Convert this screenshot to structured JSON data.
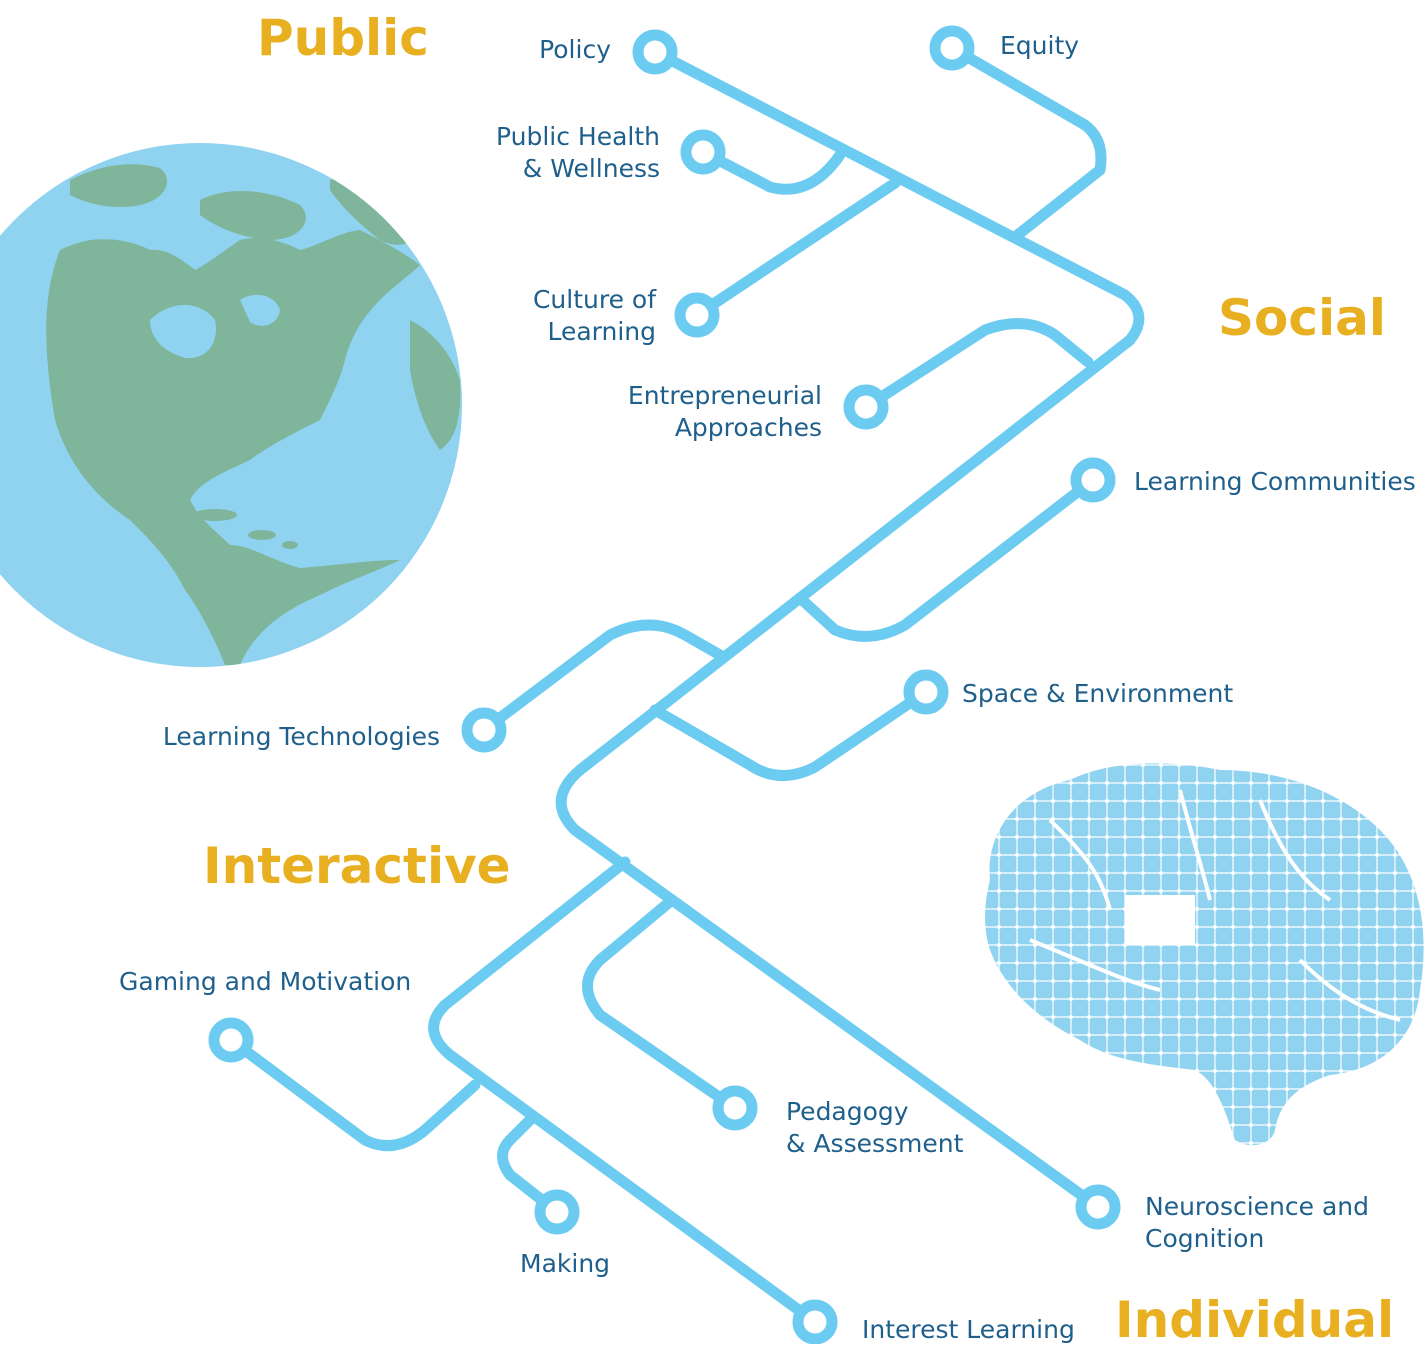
{
  "categories": {
    "public": "Public",
    "social": "Social",
    "interactive": "Interactive",
    "individual": "Individual"
  },
  "topics": {
    "policy": [
      "Policy"
    ],
    "equity": [
      "Equity"
    ],
    "public_health": [
      "Public Health",
      "& Wellness"
    ],
    "culture": [
      "Culture of",
      "Learning"
    ],
    "entrepreneurial": [
      "Entrepreneurial",
      "Approaches"
    ],
    "communities": [
      "Learning Communities"
    ],
    "space": [
      "Space & Environment"
    ],
    "technologies": [
      "Learning Technologies"
    ],
    "gaming": [
      "Gaming and Motivation"
    ],
    "pedagogy": [
      "Pedagogy",
      "& Assessment"
    ],
    "neuroscience": [
      "Neuroscience and",
      "Cognition"
    ],
    "making": [
      "Making"
    ],
    "interest": [
      "Interest Learning"
    ]
  },
  "colors": {
    "track": "#6ccbf0",
    "category": "#e8b020",
    "topic_text": "#1f5f8b",
    "globe_ocean": "#8fd3f0",
    "globe_land": "#7fb59a",
    "brain": "#8fd3f0"
  },
  "icons": {
    "globe": "globe-illustration",
    "brain": "circuit-brain-illustration"
  }
}
